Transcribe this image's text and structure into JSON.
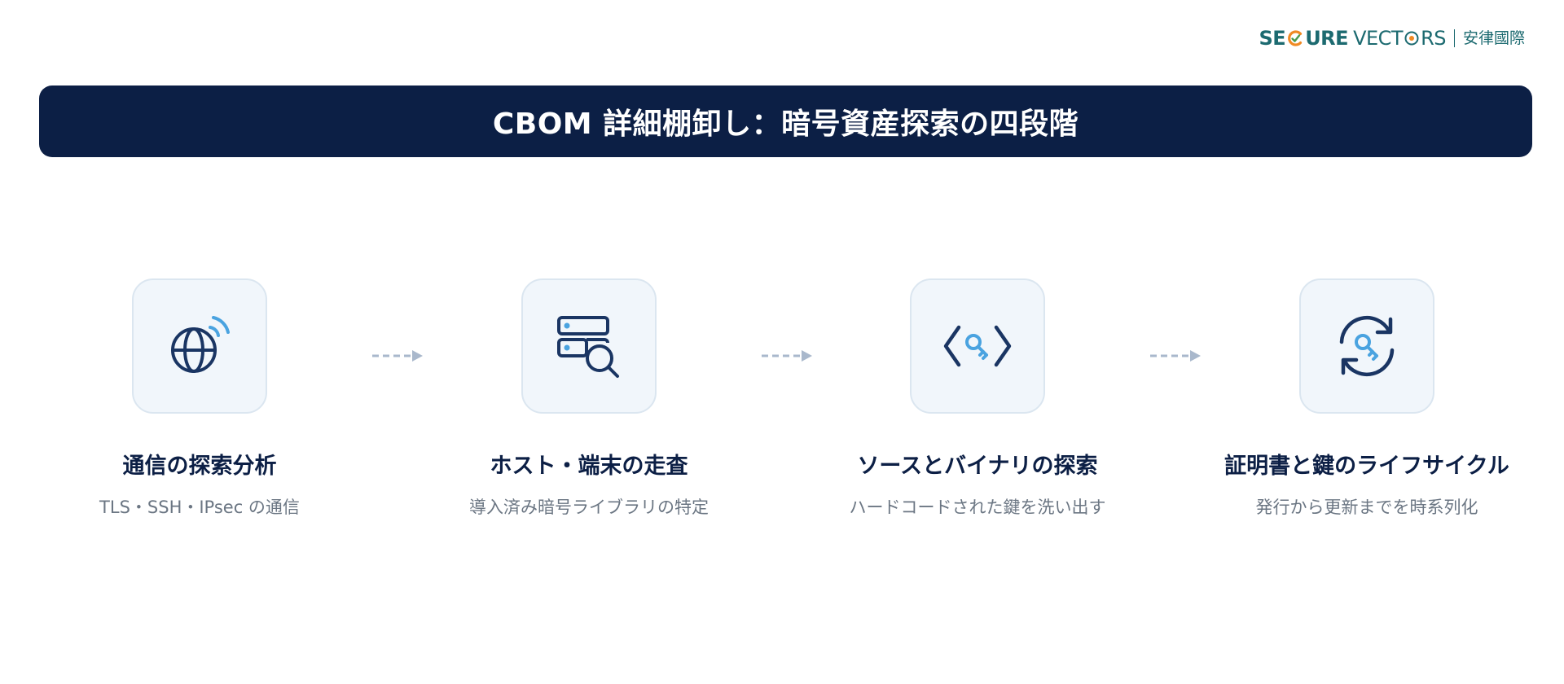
{
  "logo": {
    "brand_part1": "SE",
    "brand_part2": "URE",
    "brand_part3": "VECT",
    "brand_part4": "RS",
    "company_cn": "安律國際"
  },
  "title": "CBOM 詳細棚卸し：暗号資産探索の四段階",
  "colors": {
    "banner": "#0c1f45",
    "brand": "#1c6a70",
    "accent_orange": "#f08a24",
    "accent_green": "#4a9a4a",
    "icon_dark": "#1a3563",
    "icon_light": "#4aa3e0",
    "arrow": "#a9b8cc"
  },
  "steps": [
    {
      "icon": "globe-signal-icon",
      "title": "通信の探索分析",
      "description": "TLS・SSH・IPsec の通信"
    },
    {
      "icon": "server-search-icon",
      "title": "ホスト・端末の走査",
      "description": "導入済み暗号ライブラリの特定"
    },
    {
      "icon": "code-key-icon",
      "title": "ソースとバイナリの探索",
      "description": "ハードコードされた鍵を洗い出す"
    },
    {
      "icon": "refresh-key-icon",
      "title": "証明書と鍵のライフサイクル",
      "description": "発行から更新までを時系列化"
    }
  ]
}
